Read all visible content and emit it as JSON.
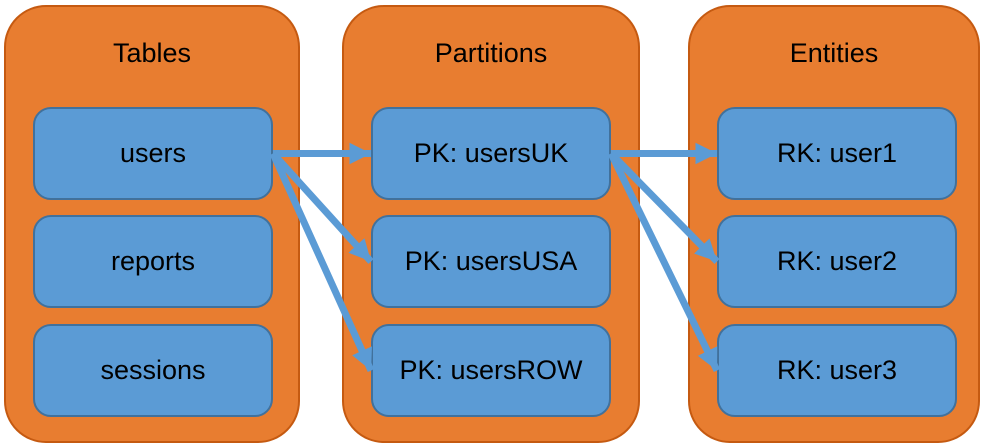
{
  "diagram": {
    "columns": [
      {
        "id": "tables",
        "title": "Tables",
        "boxes": [
          {
            "id": "users",
            "label": "users"
          },
          {
            "id": "reports",
            "label": "reports"
          },
          {
            "id": "sessions",
            "label": "sessions"
          }
        ]
      },
      {
        "id": "partitions",
        "title": "Partitions",
        "boxes": [
          {
            "id": "pk-usersuk",
            "label": "PK: usersUK"
          },
          {
            "id": "pk-usersusa",
            "label": "PK: usersUSA"
          },
          {
            "id": "pk-usersrow",
            "label": "PK: usersROW"
          }
        ]
      },
      {
        "id": "entities",
        "title": "Entities",
        "boxes": [
          {
            "id": "rk-user1",
            "label": "RK: user1"
          },
          {
            "id": "rk-user2",
            "label": "RK: user2"
          },
          {
            "id": "rk-user3",
            "label": "RK: user3"
          }
        ]
      }
    ],
    "connections": [
      {
        "from": "users",
        "to": "pk-usersuk"
      },
      {
        "from": "users",
        "to": "pk-usersusa"
      },
      {
        "from": "users",
        "to": "pk-usersrow"
      },
      {
        "from": "pk-usersuk",
        "to": "rk-user1"
      },
      {
        "from": "pk-usersuk",
        "to": "rk-user2"
      },
      {
        "from": "pk-usersuk",
        "to": "rk-user3"
      }
    ],
    "colors": {
      "column_fill": "#E87D30",
      "column_border": "#C55A11",
      "box_fill": "#5B9BD5",
      "box_border": "#41719C",
      "arrow": "#5B9BD5",
      "text": "#000000",
      "background": "#FFFFFF"
    }
  }
}
